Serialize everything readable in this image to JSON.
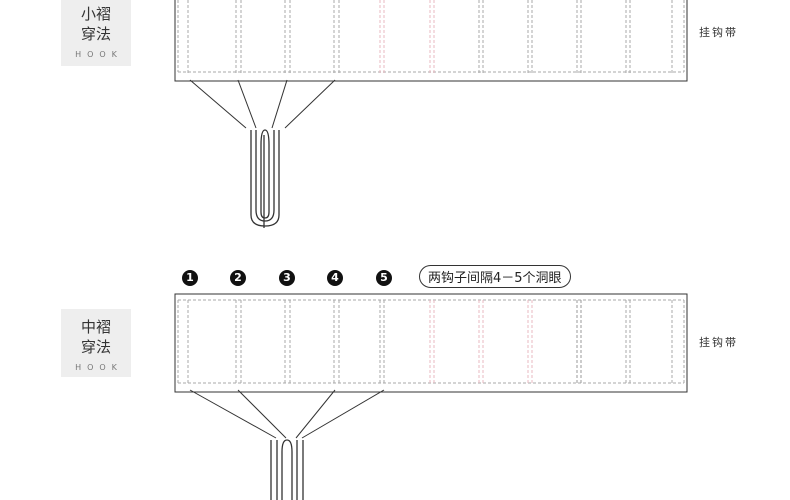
{
  "top_section": {
    "label_line1": "小褶",
    "label_line2": "穿法",
    "label_sub": "HOOK",
    "side_label": "挂钩带"
  },
  "bottom_section": {
    "numbers": [
      "1",
      "2",
      "3",
      "4",
      "5"
    ],
    "note": "两钩子间隔4－5个洞眼",
    "label_line1": "中褶",
    "label_line2": "穿法",
    "label_sub": "HOOK",
    "side_label": "挂钩带"
  }
}
